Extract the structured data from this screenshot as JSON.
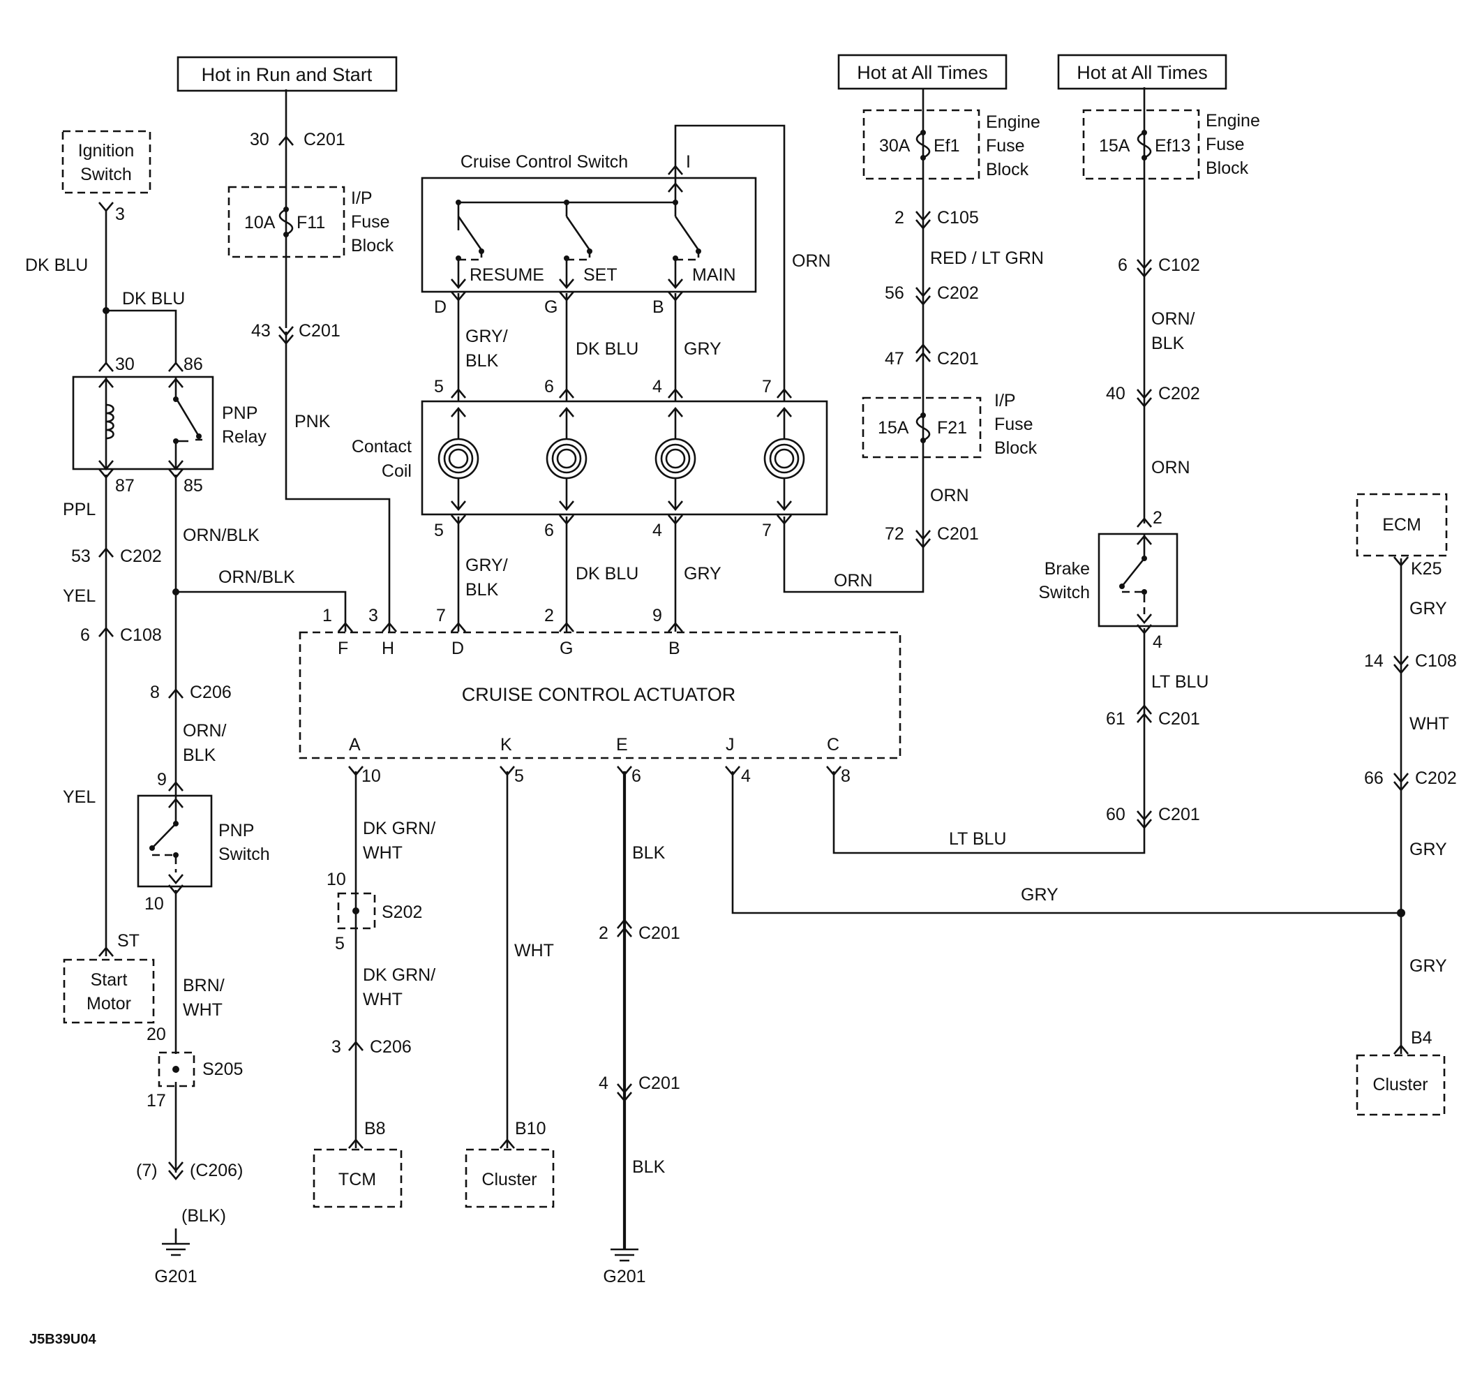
{
  "diagram_code": "J5B39U04",
  "sources": {
    "hot_run_start": "Hot in Run and Start",
    "hot_all_times_1": "Hot at All Times",
    "hot_all_times_2": "Hot at All Times"
  },
  "components": {
    "ignition_switch": "Ignition Switch",
    "cruise_control_switch": "Cruise Control Switch",
    "resume": "RESUME",
    "set": "SET",
    "main": "MAIN",
    "contact_coil": "Contact Coil",
    "pnp_relay": "PNP Relay",
    "pnp_switch": "PNP Switch",
    "start_motor": "Start Motor",
    "actuator": "CRUISE CONTROL ACTUATOR",
    "brake_switch": "Brake Switch",
    "ecm": "ECM",
    "tcm": "TCM",
    "cluster_1": "Cluster",
    "cluster_2": "Cluster",
    "engine_fuse_block_1": "Engine Fuse Block",
    "engine_fuse_block_2": "Engine Fuse Block",
    "ip_fuse_block_1": "I/P Fuse Block",
    "ip_fuse_block_2": "I/P Fuse Block",
    "ground_1": "G201",
    "ground_2": "G201"
  },
  "fuses": {
    "f11_amp": "10A",
    "f11_name": "F11",
    "ef1_amp": "30A",
    "ef1_name": "Ef1",
    "ef13_amp": "15A",
    "ef13_name": "Ef13",
    "f21_amp": "15A",
    "f21_name": "F21"
  },
  "splices": {
    "s202": "S202",
    "s205": "S205"
  },
  "wires": {
    "dk_blu_1": "DK BLU",
    "dk_blu_2": "DK BLU",
    "ppl": "PPL",
    "yel_1": "YEL",
    "yel_2": "YEL",
    "orn_blk_1": "ORN/BLK",
    "orn_blk_2": "ORN/BLK",
    "orn_blk_3": "ORN/",
    "orn_blk_3b": "BLK",
    "brn_wht": "BRN/",
    "brn_wht_b": "WHT",
    "blk_paren": "(BLK)",
    "pnk": "PNK",
    "gry_blk_1": "GRY/",
    "gry_blk_1b": "BLK",
    "dk_blu_3": "DK BLU",
    "gry_1": "GRY",
    "gry_blk_2": "GRY/",
    "gry_blk_2b": "BLK",
    "dk_blu_4": "DK BLU",
    "gry_2": "GRY",
    "orn_1": "ORN",
    "orn_2": "ORN",
    "orn_3": "ORN",
    "orn_4": "ORN",
    "red_lt_grn": "RED / LT GRN",
    "orn_blk_4": "ORN/",
    "orn_blk_4b": "BLK",
    "lt_blu_1": "LT BLU",
    "lt_blu_2": "LT BLU",
    "dk_grn_wht_1": "DK GRN/",
    "dk_grn_wht_1b": "WHT",
    "dk_grn_wht_2": "DK GRN/",
    "dk_grn_wht_2b": "WHT",
    "wht_1": "WHT",
    "wht_2": "WHT",
    "blk_1": "BLK",
    "blk_2": "BLK",
    "gry_3": "GRY",
    "gry_4": "GRY",
    "gry_5": "GRY",
    "gry_6": "GRY"
  },
  "connectors": {
    "c201_a": "C201",
    "c201_b": "C201",
    "c202_a": "C202",
    "c108_a": "C108",
    "c206_a": "C206",
    "c206_paren": "(C206)",
    "c206_b": "C206",
    "c201_c": "C201",
    "c201_d": "C201",
    "c105": "C105",
    "c202_b": "C202",
    "c201_e": "C201",
    "c201_f": "C201",
    "c102": "C102",
    "c202_c": "C202",
    "c201_g": "C201",
    "c201_h": "C201",
    "c108_b": "C108",
    "c202_d": "C202"
  },
  "pins": {
    "p30": "30",
    "p43": "43",
    "p3": "3",
    "p30r": "30",
    "p86": "86",
    "p87": "87",
    "p85": "85",
    "p53": "53",
    "p6": "6",
    "p8": "8",
    "p9": "9",
    "p10": "10",
    "pST": "ST",
    "p20": "20",
    "p17": "17",
    "p7p": "(7)",
    "swI": "I",
    "swD": "D",
    "swG": "G",
    "swB": "B",
    "cc5t": "5",
    "cc6t": "6",
    "cc4t": "4",
    "cc7t": "7",
    "cc5b": "5",
    "cc6b": "6",
    "cc4b": "4",
    "cc7b": "7",
    "aF1": "1",
    "aF": "F",
    "aH3": "3",
    "aH": "H",
    "aD7": "7",
    "aD": "D",
    "aG2": "2",
    "aG": "G",
    "aB9": "9",
    "aB": "B",
    "aA": "A",
    "aA10": "10",
    "aK": "K",
    "aK5": "5",
    "aE": "E",
    "aE6": "6",
    "aJ": "J",
    "aJ4": "4",
    "aC": "C",
    "aC8": "8",
    "s202_10": "10",
    "s202_5": "5",
    "c206_3": "3",
    "b8": "B8",
    "b10": "B10",
    "c201_2": "2",
    "c201_4": "4",
    "e2": "2",
    "e56": "56",
    "e47": "47",
    "e72": "72",
    "f6": "6",
    "f40": "40",
    "bs2": "2",
    "bs4": "4",
    "f61": "61",
    "f60": "60",
    "k25": "K25",
    "ecm14": "14",
    "ecm66": "66",
    "b4": "B4"
  }
}
